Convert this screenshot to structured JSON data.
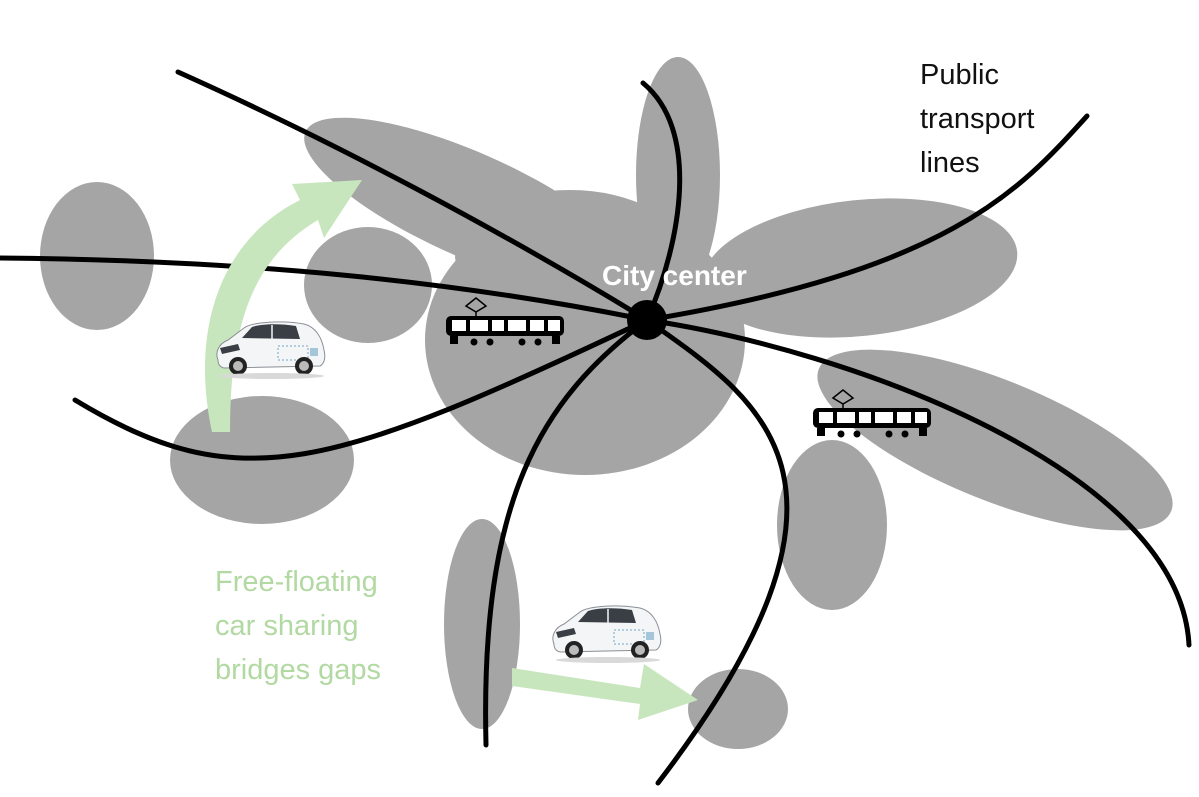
{
  "labels": {
    "transport_line1": "Public",
    "transport_line2": "transport",
    "transport_line3": "lines",
    "city_center": "City center",
    "car_line1": "Free-floating",
    "car_line2": "car sharing",
    "car_line3": "bridges gaps"
  },
  "colors": {
    "zone": "#a5a5a5",
    "line": "#000000",
    "arrow": "#c8e6bd",
    "caption": "#b2d9a2",
    "center_label": "#ffffff"
  },
  "icons": [
    "tram-icon",
    "car-icon",
    "city-center-node"
  ]
}
